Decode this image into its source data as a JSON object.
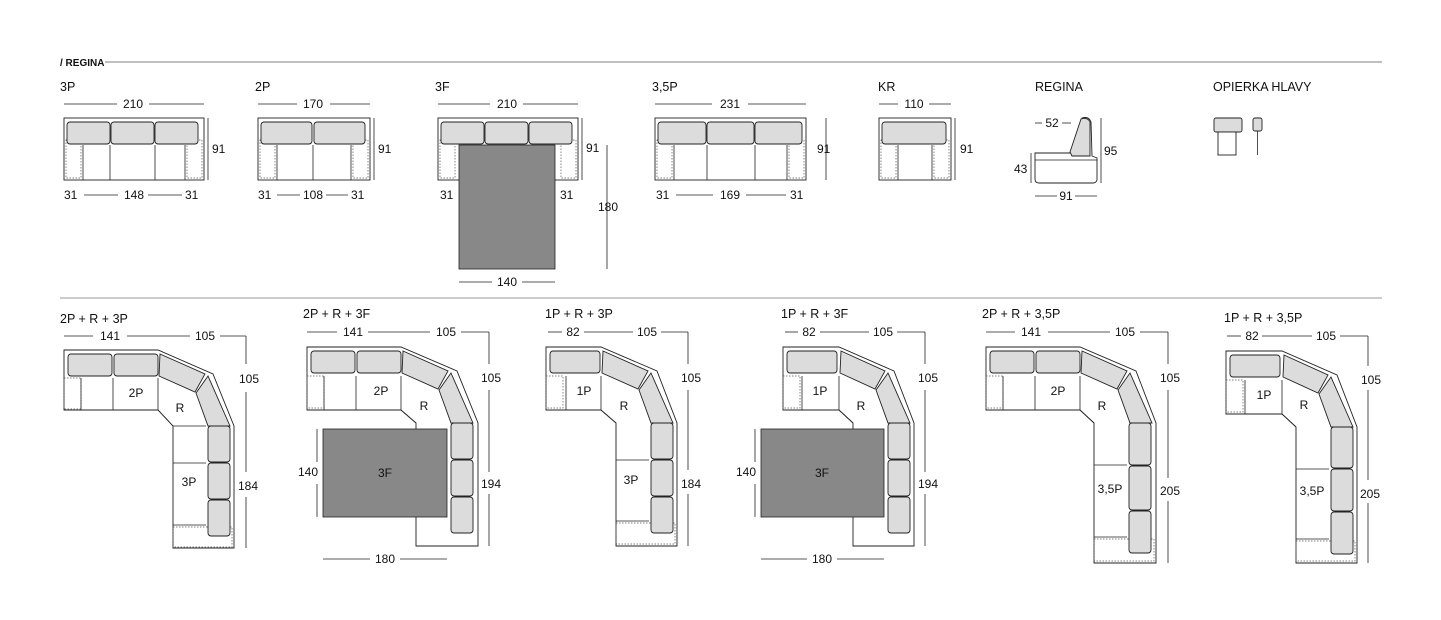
{
  "header": {
    "series": "/ REGINA"
  },
  "top": {
    "p3": {
      "title": "3P",
      "width": "210",
      "depth": "91",
      "arm_l": "31",
      "seat": "148",
      "arm_r": "31"
    },
    "p2": {
      "title": "2P",
      "width": "170",
      "depth": "91",
      "arm_l": "31",
      "seat": "108",
      "arm_r": "31"
    },
    "f3": {
      "title": "3F",
      "width": "210",
      "depth": "91",
      "arm_l": "31",
      "arm_r": "31",
      "bed_len": "180",
      "bed_w": "140"
    },
    "p35": {
      "title": "3,5P",
      "width": "231",
      "depth": "91",
      "arm_l": "31",
      "seat": "169",
      "arm_r": "31"
    },
    "kr": {
      "title": "KR",
      "width": "110",
      "depth": "91"
    },
    "side": {
      "title": "REGINA",
      "back": "52",
      "height": "95",
      "seat_h": "43",
      "depth": "91"
    },
    "head": {
      "title": "OPIERKA HLAVY"
    }
  },
  "corners": [
    {
      "title": "2P + R + 3P",
      "w": "141",
      "c": "105",
      "r": "105",
      "len": "184",
      "a": "2P",
      "r_lbl": "R",
      "b": "3P"
    },
    {
      "title": "2P + R + 3F",
      "w": "141",
      "c": "105",
      "r": "105",
      "len": "194",
      "a": "2P",
      "r_lbl": "R",
      "b": "3F",
      "bed_w": "140",
      "bed_len": "180"
    },
    {
      "title": "1P + R + 3P",
      "w": "82",
      "c": "105",
      "r": "105",
      "len": "184",
      "a": "1P",
      "r_lbl": "R",
      "b": "3P"
    },
    {
      "title": "1P + R + 3F",
      "w": "82",
      "c": "105",
      "r": "105",
      "len": "194",
      "a": "1P",
      "r_lbl": "R",
      "b": "3F",
      "bed_w": "140",
      "bed_len": "180"
    },
    {
      "title": "2P + R + 3,5P",
      "w": "141",
      "c": "105",
      "r": "105",
      "len": "205",
      "a": "2P",
      "r_lbl": "R",
      "b": "3,5P"
    },
    {
      "title": "1P + R + 3,5P",
      "w": "82",
      "c": "105",
      "r": "105",
      "len": "205",
      "a": "1P",
      "r_lbl": "R",
      "b": "3,5P"
    }
  ]
}
